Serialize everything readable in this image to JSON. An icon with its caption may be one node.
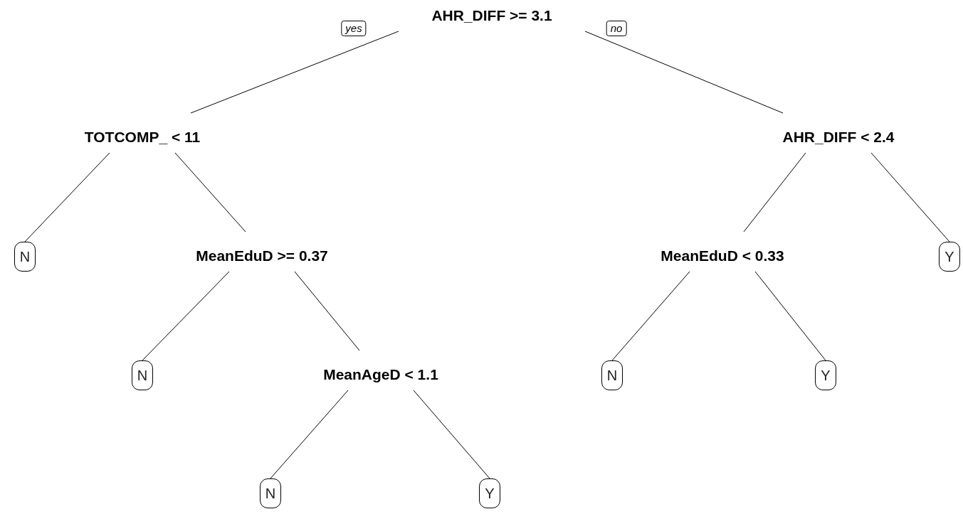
{
  "diagram": {
    "nodes": [
      {
        "text": [
          "AHR_DIFF >= 3.1"
        ]
      },
      {
        "text": [
          "TOTCOMP_ < 11"
        ]
      },
      {
        "text": [
          "AHR_DIFF < 2.4"
        ]
      },
      {
        "text": [
          "N"
        ]
      },
      {
        "text": [
          "MeanEduD >= 0.37"
        ]
      },
      {
        "text": [
          "MeanEduD < 0.33"
        ]
      },
      {
        "text": [
          "Y"
        ]
      },
      {
        "text": [
          "N"
        ]
      },
      {
        "text": [
          "MeanAgeD < 1.1"
        ]
      },
      {
        "text": [
          "N"
        ]
      },
      {
        "text": [
          "Y"
        ]
      },
      {
        "text": [
          "N"
        ]
      },
      {
        "text": [
          "Y"
        ]
      }
    ],
    "edges": [
      {
        "from": 0,
        "to": 1,
        "arrow": "none",
        "label": "yes"
      },
      {
        "from": 0,
        "to": 2,
        "arrow": "none",
        "label": "no"
      },
      {
        "from": 1,
        "to": 3,
        "arrow": "none"
      },
      {
        "from": 1,
        "to": 4,
        "arrow": "none"
      },
      {
        "from": 2,
        "to": 5,
        "arrow": "none"
      },
      {
        "from": 2,
        "to": 6,
        "arrow": "none"
      },
      {
        "from": 4,
        "to": 7,
        "arrow": "none"
      },
      {
        "from": 4,
        "to": 8,
        "arrow": "none"
      },
      {
        "from": 5,
        "to": 9,
        "arrow": "none"
      },
      {
        "from": 5,
        "to": 10,
        "arrow": "none"
      },
      {
        "from": 8,
        "to": 11,
        "arrow": "none"
      },
      {
        "from": 8,
        "to": 12,
        "arrow": "none"
      }
    ]
  }
}
